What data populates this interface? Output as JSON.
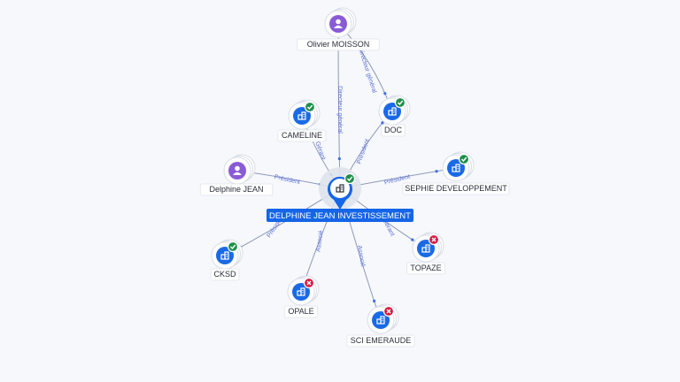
{
  "center": {
    "label": "DELPHINE JEAN INVESTISSEMENT",
    "icon": "company-icon",
    "status": "active"
  },
  "nodes": [
    {
      "id": "olivier-moisson",
      "label": "Olivier MOISSON",
      "type": "person",
      "icon": "person-icon"
    },
    {
      "id": "cameline",
      "label": "CAMELINE",
      "type": "company",
      "icon": "company-icon",
      "status": "active"
    },
    {
      "id": "doc",
      "label": "DOC",
      "type": "company",
      "icon": "company-icon",
      "status": "active"
    },
    {
      "id": "delphine-jean",
      "label": "Delphine JEAN",
      "type": "person",
      "icon": "person-icon"
    },
    {
      "id": "sephie-developpement",
      "label": "SEPHIE DEVELOPPEMENT",
      "type": "company",
      "icon": "company-icon",
      "status": "active"
    },
    {
      "id": "cksd",
      "label": "CKSD",
      "type": "company",
      "icon": "company-icon",
      "status": "active"
    },
    {
      "id": "topaze",
      "label": "TOPAZE",
      "type": "company",
      "icon": "company-icon",
      "status": "closed"
    },
    {
      "id": "opale",
      "label": "OPALE",
      "type": "company",
      "icon": "company-icon",
      "status": "closed"
    },
    {
      "id": "sci-emeraude",
      "label": "SCI EMERAUDE",
      "type": "company",
      "icon": "company-icon",
      "status": "closed"
    }
  ],
  "edges": [
    {
      "from": "olivier-moisson",
      "to": "center",
      "label": "Directeur général"
    },
    {
      "from": "olivier-moisson",
      "to": "doc",
      "label": "Directeur général"
    },
    {
      "from": "cameline",
      "to": "center",
      "label": "Gérant"
    },
    {
      "from": "center",
      "to": "doc",
      "label": "Président"
    },
    {
      "from": "delphine-jean",
      "to": "center",
      "label": "Président"
    },
    {
      "from": "center",
      "to": "sephie-developpement",
      "label": "Président"
    },
    {
      "from": "center",
      "to": "cksd",
      "label": "Président"
    },
    {
      "from": "center",
      "to": "topaze",
      "label": "Gérant"
    },
    {
      "from": "center",
      "to": "opale",
      "label": "Associé"
    },
    {
      "from": "center",
      "to": "sci-emeraude",
      "label": "Associé"
    }
  ],
  "colors": {
    "company": "#1a6ae6",
    "person": "#8a5bd6",
    "active": "#1f8f4a",
    "closed": "#d81b45",
    "edge_label": "#5a6fd6"
  }
}
